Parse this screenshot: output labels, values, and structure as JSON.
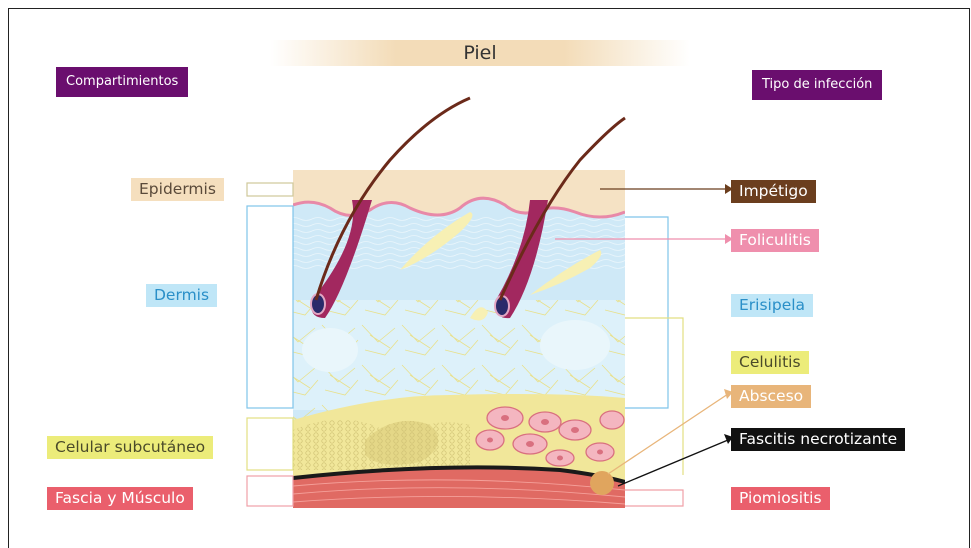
{
  "title": "Piel",
  "headers": {
    "compartments": "Compartimientos",
    "infection_type": "Tipo de infección"
  },
  "compartments": [
    {
      "label": "Epidermis",
      "color": "#f5dfbe",
      "text_color": "#5a4a3a"
    },
    {
      "label": "Dermis",
      "color": "#bfe6f7",
      "text_color": "#2a8fc8"
    },
    {
      "label": "Celular subcutáneo",
      "color": "#ecec7a",
      "text_color": "#4a4a2a"
    },
    {
      "label": "Fascia y Músculo",
      "color": "#ea5f6c",
      "text_color": "#ffffff"
    }
  ],
  "infections": [
    {
      "label": "Impétigo",
      "color": "#6b3e1e",
      "text_color": "#ffffff"
    },
    {
      "label": "Foliculitis",
      "color": "#ef8fad",
      "text_color": "#ffffff"
    },
    {
      "label": "Erisipela",
      "color": "#bfe6f7",
      "text_color": "#2a8fc8"
    },
    {
      "label": "Celulitis",
      "color": "#ecec7a",
      "text_color": "#4a4a2a"
    },
    {
      "label": "Absceso",
      "color": "#e8b57a",
      "text_color": "#ffffff"
    },
    {
      "label": "Fascitis necrotizante",
      "color": "#111111",
      "text_color": "#ffffff"
    },
    {
      "label": "Piomiositis",
      "color": "#ea5f6c",
      "text_color": "#ffffff"
    }
  ],
  "colors": {
    "header_bg": "#6a0e6e",
    "epidermis": "#f5e2c4",
    "dermis": "#cfe9f7",
    "subcutaneous": "#f1e79a",
    "muscle": "#e06a63",
    "hair": "#6b2a1a",
    "follicle": "#a2285f"
  }
}
